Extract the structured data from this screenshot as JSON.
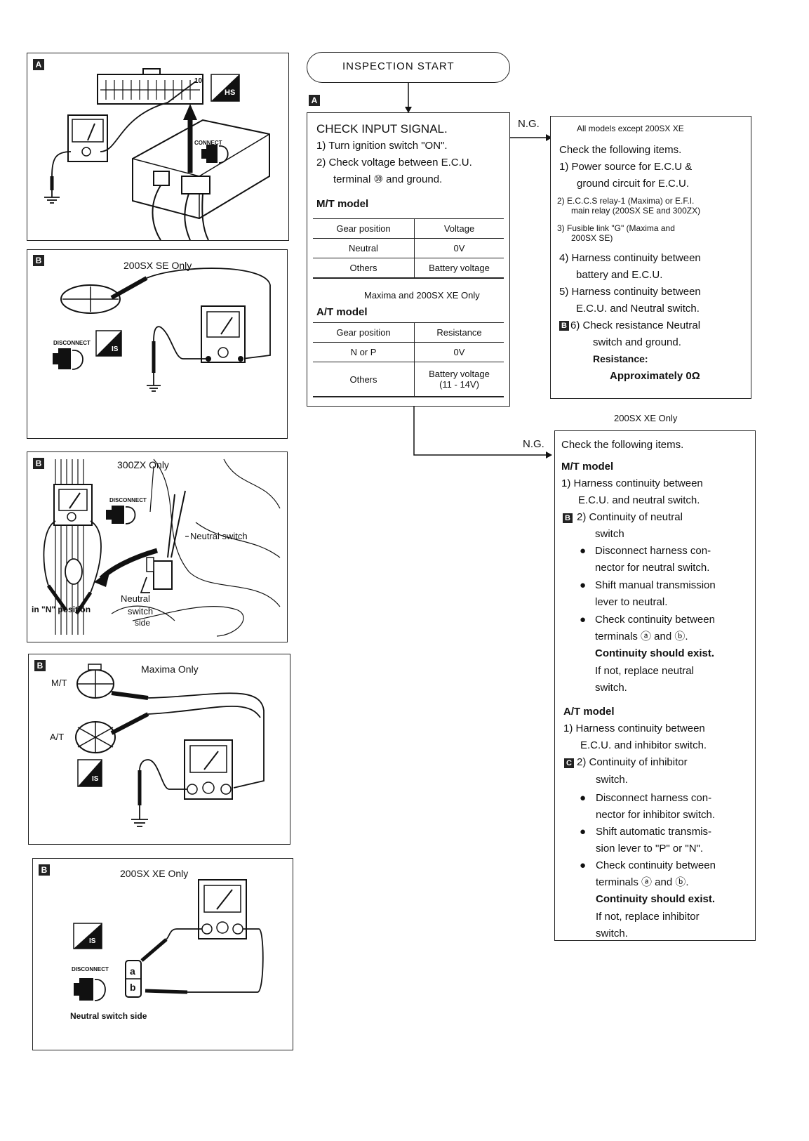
{
  "flow": {
    "start": "INSPECTION START",
    "ng_1": "N.G.",
    "ng_2": "N.G."
  },
  "check_box": {
    "tag": "A",
    "title": "CHECK  INPUT  SIGNAL.",
    "step1": "1)  Turn ignition switch \"ON\".",
    "step2a": "2)  Check voltage between E.C.U.",
    "step2b": "terminal ⑩ and ground.",
    "mt_heading": "M/T model",
    "mt_table": {
      "header": [
        "Gear position",
        "Voltage"
      ],
      "rows": [
        [
          "Neutral",
          "0V"
        ],
        [
          "Others",
          "Battery voltage"
        ]
      ]
    },
    "at_note": "Maxima and 200SX XE Only",
    "at_heading": "A/T model",
    "at_table": {
      "header": [
        "Gear position",
        "Resistance"
      ],
      "rows": [
        [
          "N or P",
          "0V"
        ],
        [
          "Others",
          "Battery voltage\n(11 - 14V)"
        ]
      ]
    }
  },
  "ng_box_1": {
    "header": "All models except 200SX XE",
    "intro": "Check the following items.",
    "items": [
      "1)  Power source for E.C.U &",
      "ground circuit for E.C.U.",
      "2)  E.C.C.S  relay-1 (Maxima) or E.F.I.",
      "main relay (200SX SE and 300ZX)",
      "3)  Fusible   link   \"G\"  (Maxima   and",
      "200SX SE)",
      "4)  Harness continuity between",
      "battery and E.C.U.",
      "5)  Harness continuity between",
      "E.C.U. and Neutral switch.",
      "6)  Check resistance Neutral",
      "switch and ground.",
      "Resistance:",
      "Approximately  0Ω"
    ],
    "tag": "B"
  },
  "ng_box_2": {
    "header": "200SX XE Only",
    "intro": "Check the following items.",
    "mt_heading": "M/T model",
    "mt_lines": [
      "1)  Harness continuity between",
      "E.C.U. and neutral switch.",
      "2)  Continuity of neutral",
      "switch",
      "Disconnect harness con-",
      "nector for neutral switch.",
      "Shift manual transmission",
      "lever to neutral.",
      "Check continuity between",
      "terminals ⓐ and ⓑ.",
      "Continuity should exist.",
      "If not, replace neutral",
      "switch."
    ],
    "at_heading": "A/T model",
    "at_lines": [
      "1)  Harness continuity between",
      "E.C.U. and inhibitor switch.",
      "2)  Continuity of inhibitor",
      "switch.",
      "Disconnect harness con-",
      "nector for inhibitor switch.",
      "Shift automatic transmis-",
      "sion lever to \"P\" or \"N\".",
      "Check continuity between",
      "terminals ⓐ and ⓑ.",
      "Continuity should exist.",
      "If not, replace inhibitor",
      "switch."
    ],
    "tag_mt": "B",
    "tag_at": "C"
  },
  "panels": {
    "p1": {
      "tag": "A",
      "hs": "HS",
      "connect": "CONNECT",
      "pin": "10"
    },
    "p2": {
      "tag": "B",
      "title": "200SX SE   Only",
      "disconnect": "DISCONNECT",
      "is": "IS"
    },
    "p3": {
      "tag": "B",
      "title": "300ZX Only",
      "disconnect": "DISCONNECT",
      "neutral_switch": "Neutral switch",
      "in_n_position": "in \"N\" position",
      "ns_side_1": "Neutral",
      "ns_side_2": "switch",
      "ns_side_3": "side"
    },
    "p4": {
      "tag": "B",
      "title": "Maxima Only",
      "mt": "M/T",
      "at": "A/T",
      "is": "IS"
    },
    "p5": {
      "tag": "B",
      "title": "200SX XE Only",
      "disconnect": "DISCONNECT",
      "is": "IS",
      "a": "a",
      "b": "b",
      "neutral_switch_side": "Neutral switch side"
    }
  }
}
